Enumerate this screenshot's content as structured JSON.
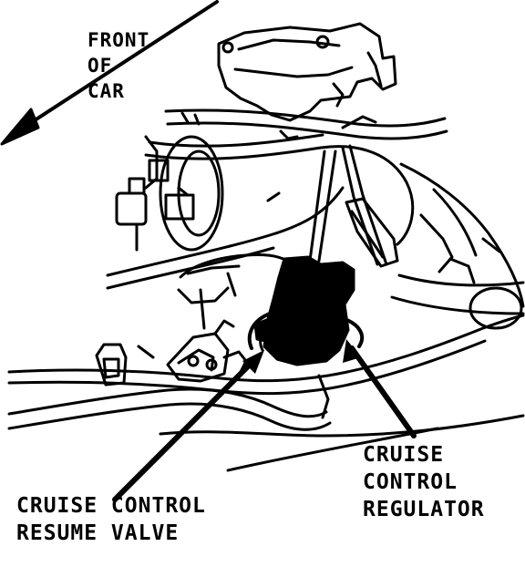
{
  "labels": {
    "front": {
      "line1": "FRONT",
      "line2": "OF",
      "line3": "CAR"
    },
    "resume_valve": {
      "line1": "CRUISE CONTROL",
      "line2": "RESUME VALVE"
    },
    "regulator": {
      "line1": "CRUISE",
      "line2": "CONTROL",
      "line3": "REGULATOR"
    }
  },
  "colors": {
    "ink": "#000000",
    "paper": "#ffffff"
  },
  "icons": {
    "direction": "arrow-icon"
  }
}
